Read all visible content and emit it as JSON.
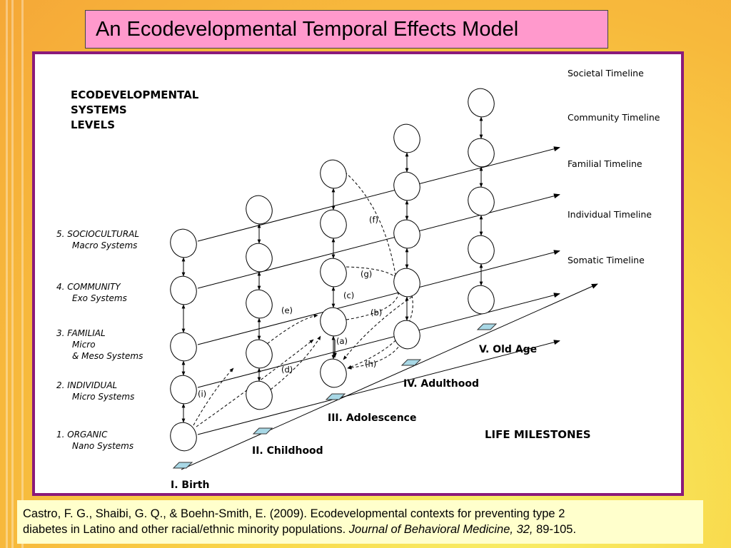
{
  "title": "An Ecodevelopmental Temporal Effects Model",
  "diagram": {
    "systems_heading": [
      "ECODEVELOPMENTAL",
      "SYSTEMS",
      "LEVELS"
    ],
    "levels": [
      {
        "name": "5.  SOCIOCULTURAL",
        "sub": [
          "Macro Systems"
        ]
      },
      {
        "name": "4.  COMMUNITY",
        "sub": [
          "Exo Systems"
        ]
      },
      {
        "name": "3.  FAMILIAL",
        "sub": [
          "Micro",
          "& Meso Systems"
        ]
      },
      {
        "name": "2.  INDIVIDUAL",
        "sub": [
          "Micro Systems"
        ]
      },
      {
        "name": "1.  ORGANIC",
        "sub": [
          "Nano Systems"
        ]
      }
    ],
    "timelines": [
      "Societal Timeline",
      "Community Timeline",
      "Familial Timeline",
      "Individual Timeline",
      "Somatic Timeline"
    ],
    "milestones": [
      "I.  Birth",
      "II.  Childhood",
      "III.  Adolescence",
      "IV.  Adulthood",
      "V.  Old Age"
    ],
    "life_milestones_label": "LIFE MILESTONES",
    "path_labels": [
      "(a)",
      "(b)",
      "(c)",
      "(d)",
      "(e)",
      "(f)",
      "(g)",
      "(h)",
      "(i)"
    ]
  },
  "citation": {
    "line1": "Castro, F. G., Shaibi, G. Q., & Boehn-Smith, E.  (2009).  Ecodevelopmental contexts for preventing type 2",
    "line2_plain": "diabetes in Latino and other racial/ethnic minority populations.  ",
    "journal": "Journal of Behavioral Medicine, 32,",
    "pages": " 89-105."
  }
}
